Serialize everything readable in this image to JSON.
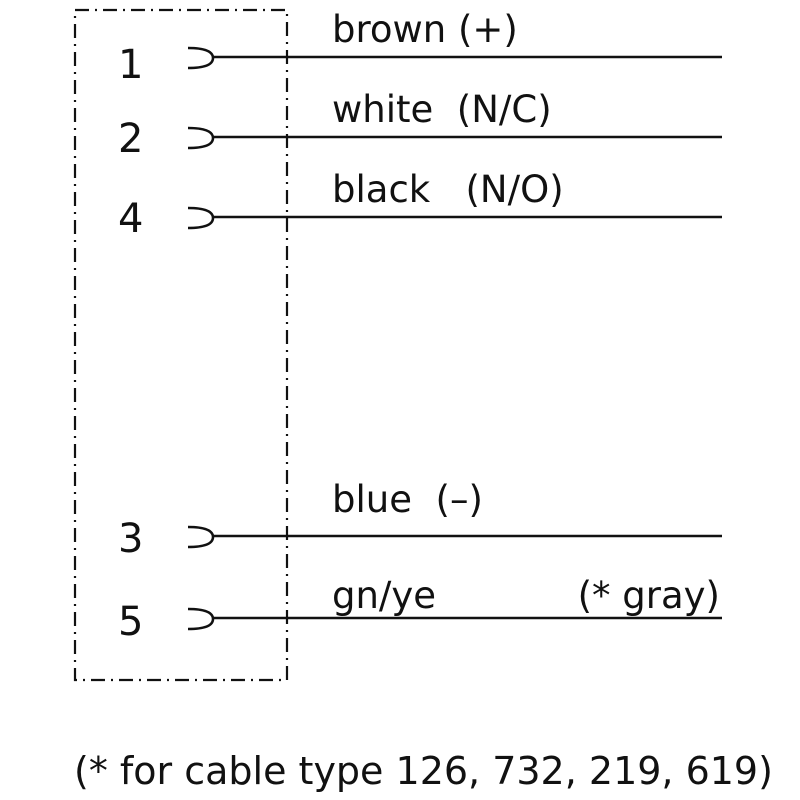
{
  "connector": {
    "pins": [
      {
        "number": "1",
        "label": "brown (+)",
        "note": ""
      },
      {
        "number": "2",
        "label": "white  (N/C)",
        "note": ""
      },
      {
        "number": "4",
        "label": "black   (N/O)",
        "note": ""
      },
      {
        "number": "3",
        "label": "blue  (–)",
        "note": ""
      },
      {
        "number": "5",
        "label": "gn/ye",
        "note": "(* gray)"
      }
    ]
  },
  "footnote": "(* for cable type 126, 732, 219, 619)"
}
